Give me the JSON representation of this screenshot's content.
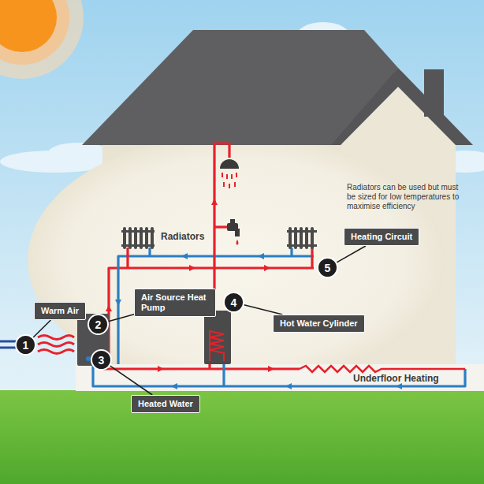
{
  "diagram": {
    "nodes": [
      {
        "text": [
          "Heating Circuit"
        ]
      },
      {
        "text": [
          "5"
        ]
      },
      {
        "text": [
          "Warm Air"
        ]
      },
      {
        "text": [
          "Air Source Heat Pump"
        ]
      },
      {
        "text": [
          "4"
        ]
      },
      {
        "text": [
          "Hot Water Cylinder"
        ]
      },
      {
        "text": [
          "1"
        ]
      },
      {
        "text": [
          "2"
        ]
      },
      {
        "text": [
          "3"
        ]
      },
      {
        "text": [
          "Heated Water"
        ]
      }
    ],
    "edges": [
      {
        "from": 1,
        "to": 0,
        "arrow": "none"
      },
      {
        "from": 6,
        "to": 2,
        "arrow": "none"
      },
      {
        "from": 7,
        "to": 3,
        "arrow": "none"
      },
      {
        "from": 4,
        "to": 5,
        "arrow": "none"
      },
      {
        "from": 8,
        "to": 9,
        "arrow": "none"
      }
    ],
    "labels": [
      "Radiators can be used but must be sized for low temperatures to maximise efficiency",
      "Radiators",
      "Underfloor Heating"
    ]
  }
}
